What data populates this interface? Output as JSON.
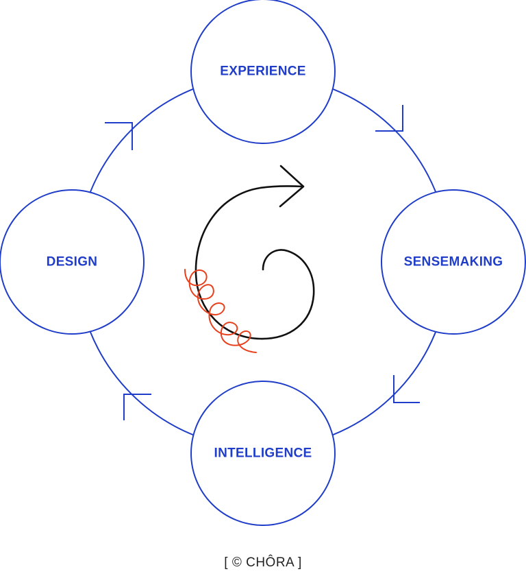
{
  "diagram": {
    "nodes": {
      "experience": "EXPERIENCE",
      "sensemaking": "SENSEMAKING",
      "intelligence": "INTELLIGENCE",
      "design": "DESIGN"
    },
    "cycle_direction": "clockwise"
  },
  "footer": {
    "credit": "[ © CHÔRA ]"
  },
  "colors": {
    "cycle_blue": "#1f3dc9",
    "spiral_black": "#111111",
    "loop_red": "#e8401c",
    "credit_text": "#222222"
  }
}
